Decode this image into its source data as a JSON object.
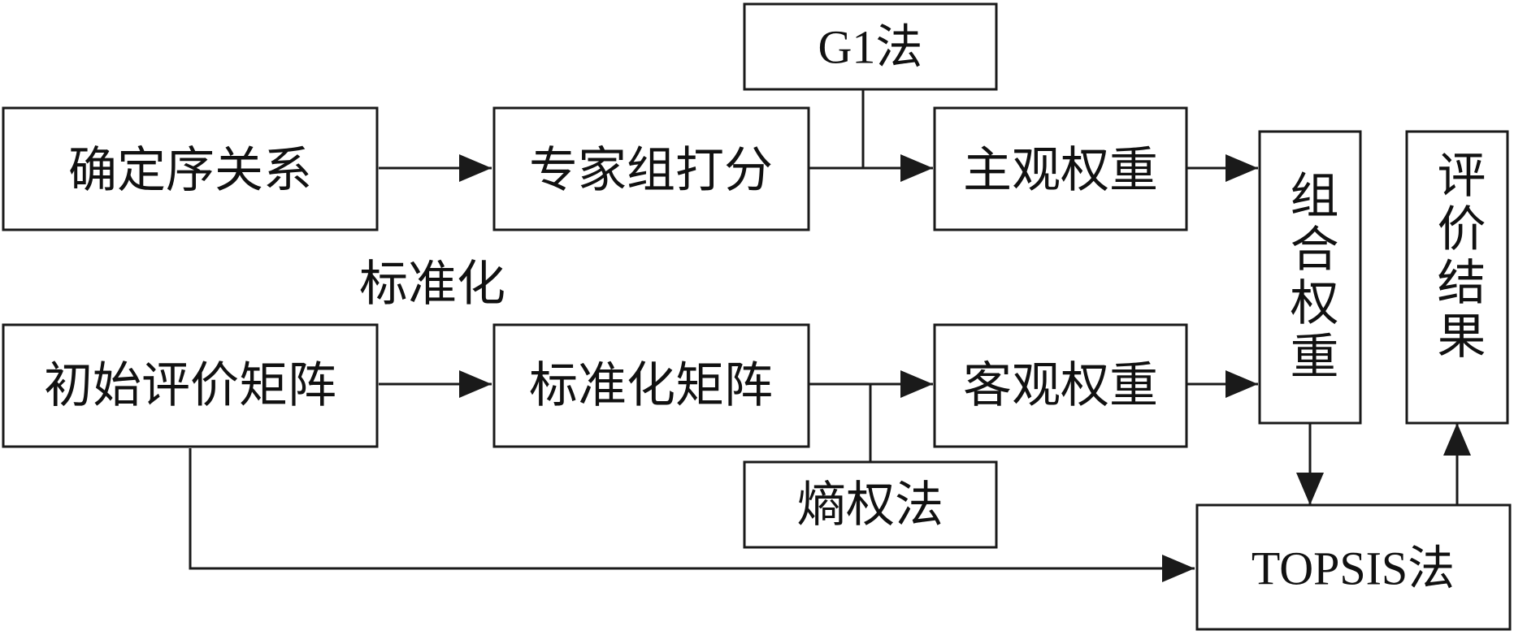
{
  "nodes": {
    "determine_order": "确定序关系",
    "expert_scoring": "专家组打分",
    "g1_method": "G1法",
    "subjective_weight": "主观权重",
    "initial_matrix": "初始评价矩阵",
    "standardized_matrix": "标准化矩阵",
    "entropy_method": "熵权法",
    "objective_weight": "客观权重",
    "combined_weight": "组合权重",
    "topsis_method": "TOPSIS法",
    "evaluation_result": "评价结果"
  },
  "edge_labels": {
    "standardization": "标准化"
  }
}
